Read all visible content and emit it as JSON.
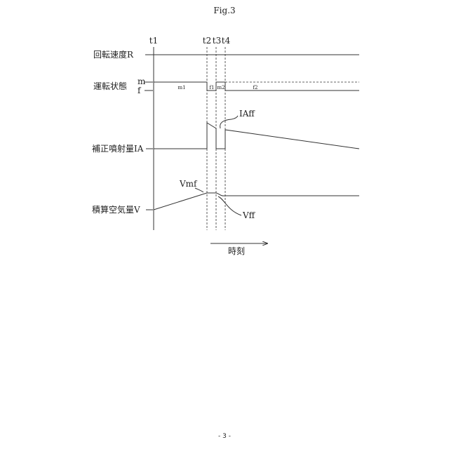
{
  "figure": {
    "title": "Fig.3",
    "page_number": "- 3 -"
  },
  "time_markers": [
    "t1",
    "t2",
    "t3",
    "t4"
  ],
  "signals": {
    "rotation_speed": {
      "label": "回転速度R"
    },
    "operating_state": {
      "label": "運転状態",
      "level_high": "m",
      "level_low": "f",
      "segments": [
        "m1",
        "f1",
        "m2",
        "f2"
      ]
    },
    "corrected_injection": {
      "label": "補正噴射量IA",
      "annotation": "IAff"
    },
    "integrated_air": {
      "label": "積算空気量V",
      "annotation_1": "Vmf",
      "annotation_2": "Vff"
    }
  },
  "time_axis": {
    "label": "時刻"
  }
}
